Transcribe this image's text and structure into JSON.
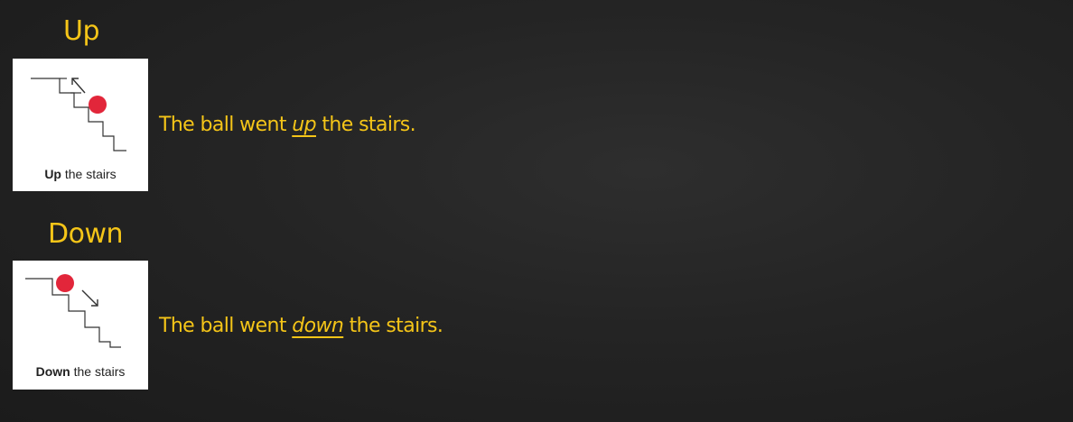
{
  "sections": {
    "up": {
      "title": "Up",
      "caption_bold": "Up",
      "caption_rest": " the stairs",
      "sentence_before": "The ball went ",
      "keyword": "up",
      "sentence_after": " the stairs."
    },
    "down": {
      "title": "Down",
      "caption_bold": "Down",
      "caption_rest": " the stairs",
      "sentence_before": "The ball went ",
      "keyword": "down",
      "sentence_after": " the stairs."
    }
  },
  "colors": {
    "chalk_yellow": "#f5c518",
    "ball_red": "#e2263a",
    "board": "#242424"
  },
  "icons": {
    "up_arrow": "arrow-up-left-icon",
    "down_arrow": "arrow-down-right-icon",
    "ball": "red-ball-icon",
    "stairs": "stairs-icon"
  }
}
